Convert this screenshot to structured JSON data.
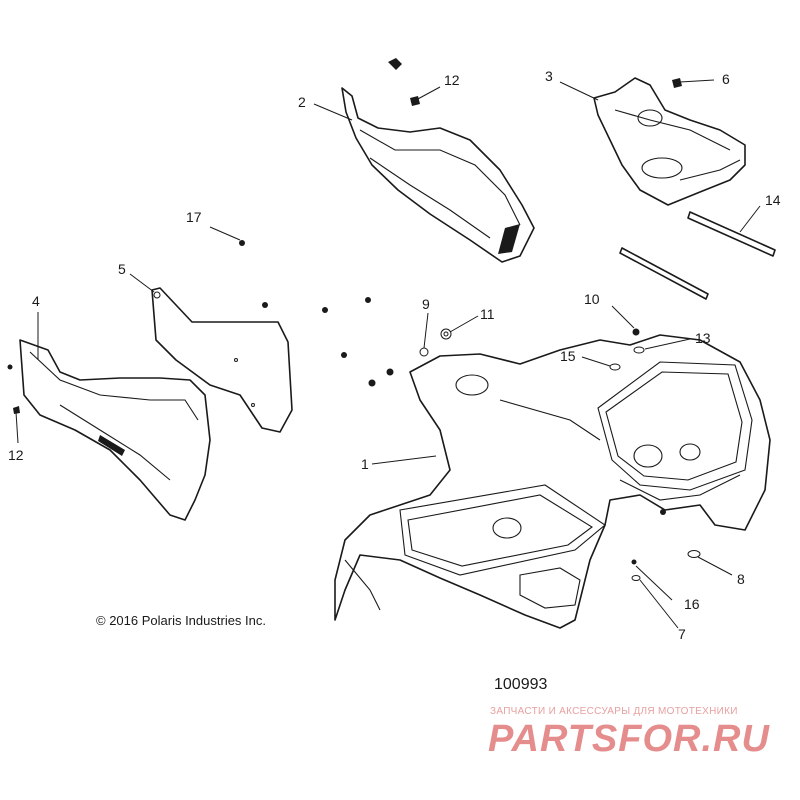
{
  "callouts": {
    "c1": "1",
    "c2": "2",
    "c3": "3",
    "c4": "4",
    "c5": "5",
    "c6": "6",
    "c7": "7",
    "c8": "8",
    "c9": "9",
    "c10": "10",
    "c11": "11",
    "c12a": "12",
    "c12b": "12",
    "c13": "13",
    "c14": "14",
    "c15": "15",
    "c16": "16",
    "c17": "17"
  },
  "copyright": "© 2016 Polaris Industries Inc.",
  "diagram_id": "100993",
  "watermark": {
    "tagline": "ЗАПЧАСТИ И АКСЕССУАРЫ ДЛЯ МОТОТЕХНИКИ",
    "logo": "PARTSFOR.RU"
  },
  "colors": {
    "line": "#1a1a1a",
    "watermark": "#e58c8c"
  }
}
